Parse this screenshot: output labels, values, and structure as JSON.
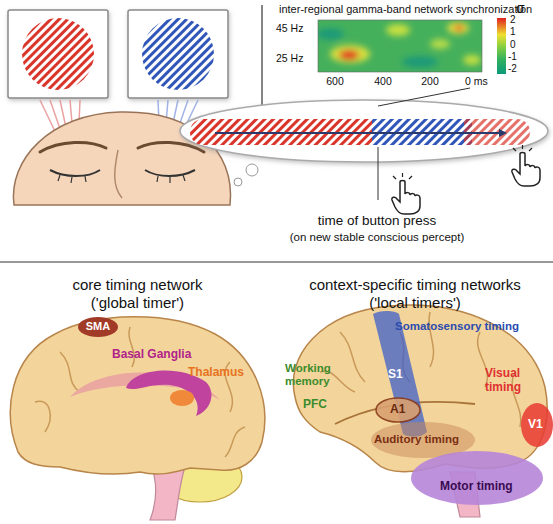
{
  "diagram": {
    "nodes": [
      {
        "text": [
          "core timing network",
          "('global timer')"
        ]
      },
      {
        "text": [
          "SMA"
        ],
        "in": 0
      },
      {
        "text": [
          "Basal Ganglia"
        ],
        "in": 0
      },
      {
        "text": [
          "context-specific timing networks",
          "('local timers')"
        ]
      },
      {
        "text": [
          "Somatosensory timing",
          "S1"
        ],
        "in": 3
      },
      {
        "text": [
          "A1",
          "Auditory timing"
        ],
        "in": 3
      },
      {
        "text": [
          "Visual timing",
          "V1"
        ],
        "in": 3
      },
      {
        "text": [
          "Motor timing"
        ],
        "in": 3
      }
    ],
    "labels": [
      "inter-regional gamma-band network synchronization",
      "45 Hz",
      "25 Hz",
      "600",
      "400",
      "200",
      "0 ms",
      "σ",
      "2",
      "1",
      "0",
      "-1",
      "-2",
      "time of button press",
      "(on new stable conscious percept)",
      "Thalamus",
      "Working memory",
      "PFC"
    ]
  }
}
